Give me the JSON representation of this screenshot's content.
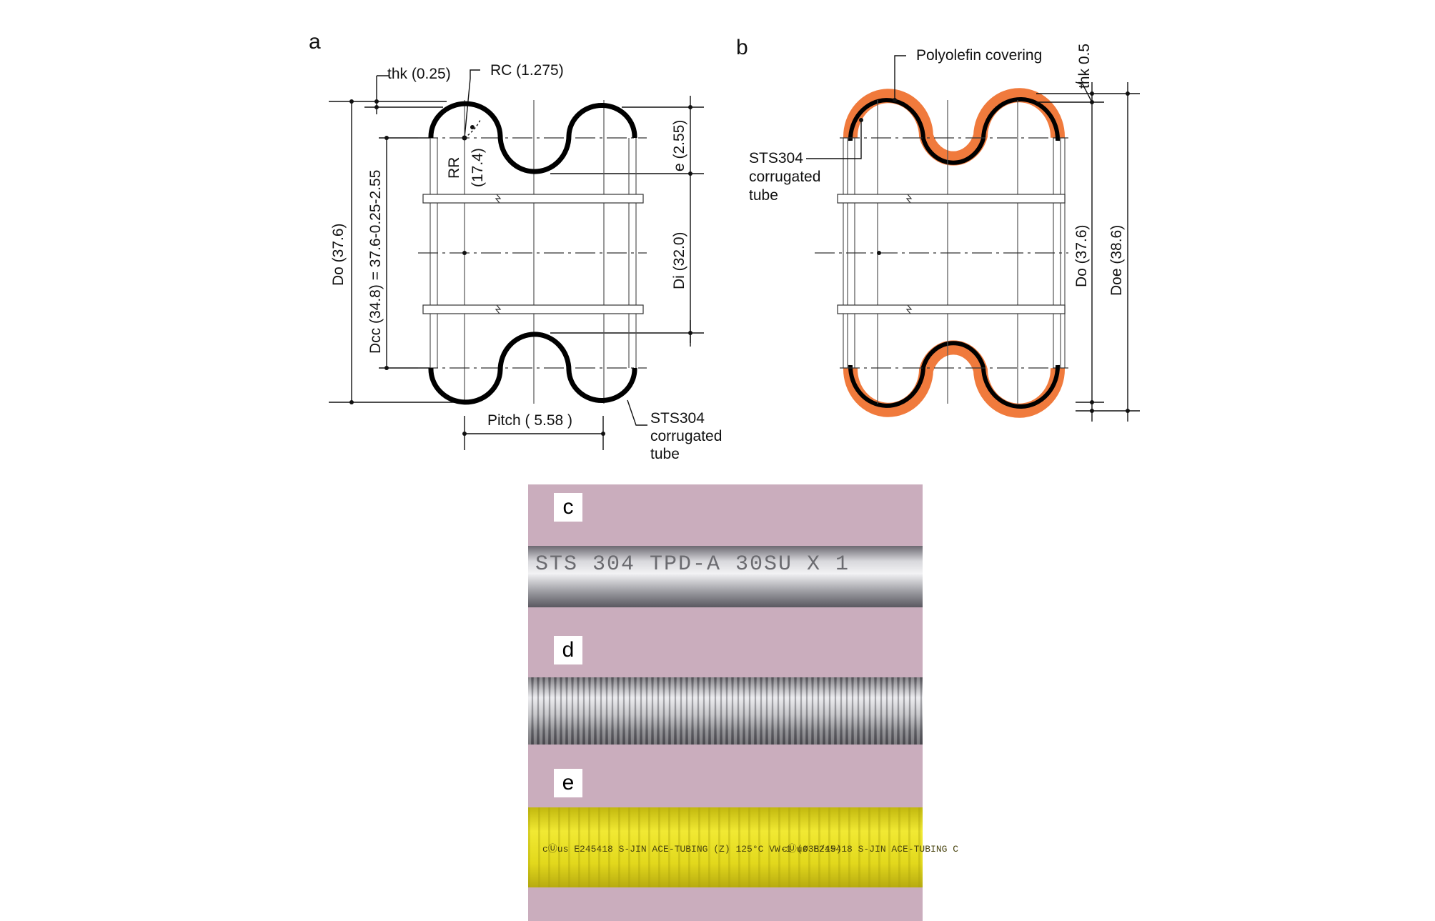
{
  "panel_a": {
    "letter": "a",
    "thk": "thk (0.25)",
    "rc": "RC (1.275)",
    "rr": "RR",
    "rr_val": "(17.4)",
    "e": "e (2.55)",
    "di": "Di (32.0)",
    "do": "Do (37.6)",
    "dcc": "Dcc (34.8) = 37.6-0.25-2.55",
    "pitch": "Pitch ( 5.58 )",
    "tube_label": [
      "STS304",
      "corrugated",
      "tube"
    ]
  },
  "panel_b": {
    "letter": "b",
    "covering": "Polyolefin covering",
    "thk": "thk 0.5",
    "tube_label": [
      "STS304",
      "corrugated",
      "tube"
    ],
    "do": "Do (37.6)",
    "doe": "Doe (38.6)"
  },
  "photos": {
    "c": "c",
    "d": "d",
    "e": "e",
    "c_imprint": "STS 304  TPD-A  30SU  X  1",
    "e_imprint_1": "cⓊus E245418 S-JIN ACE-TUBING (Z) 125°C VW-1 (Ø38/19)",
    "e_imprint_2": "cⓊus E245418 S-JIN ACE-TUBING C"
  },
  "colors": {
    "covering": "#f07a3c",
    "photo_background": "#c4a5b6",
    "yellow_tube": "#e9df1c"
  }
}
